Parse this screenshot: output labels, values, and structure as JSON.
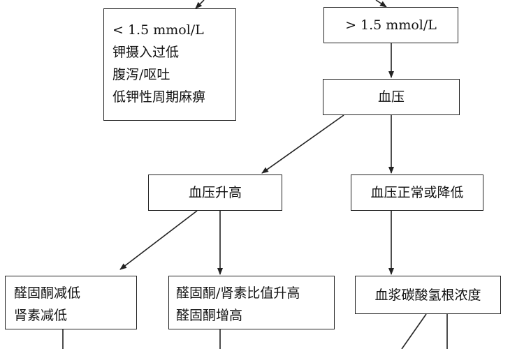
{
  "nodes": {
    "low_box": {
      "lines": [
        "< 1.5 mmol/L",
        "钾摄入过低",
        "腹泻/呕吐",
        "低钾性周期麻痹"
      ]
    },
    "high_box": {
      "lines": [
        "> 1.5 mmol/L"
      ]
    },
    "bp_box": {
      "lines": [
        "血压"
      ]
    },
    "bp_high_box": {
      "lines": [
        "血压升高"
      ]
    },
    "bp_normal_box": {
      "lines": [
        "血压正常或降低"
      ]
    },
    "aldo_low_box": {
      "lines": [
        "醛固酮减低",
        "肾素减低"
      ]
    },
    "aldo_ratio_box": {
      "lines": [
        "醛固酮/肾素比值升高",
        "醛固酮增高"
      ]
    },
    "bicarb_box": {
      "lines": [
        "血浆碳酸氢根浓度"
      ]
    }
  },
  "colors": {
    "line": "#222222",
    "text": "#111111",
    "background": "#ffffff"
  }
}
